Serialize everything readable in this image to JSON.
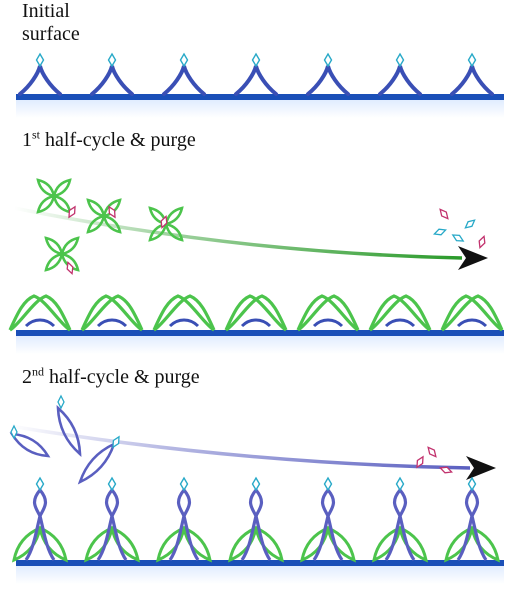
{
  "labels": {
    "initial_line1": "Initial",
    "initial_line2": "surface",
    "first_num": "1",
    "first_sup": "st",
    "first_rest": " half-cycle & purge",
    "second_num": "2",
    "second_sup": "nd",
    "second_rest": " half-cycle & purge"
  },
  "colors": {
    "substrate": "#1a4fb8",
    "surface_group": "#3a4fb5",
    "hydroxyl": "#28a9c8",
    "precursor_1": "#4cc44c",
    "ligand_1": "#c2336e",
    "precursor_2": "#5a5fc0",
    "flow_arrow_1": "#2a9a2a",
    "flow_arrow_2": "#5a5fc0"
  },
  "panels": [
    {
      "name": "initial-surface",
      "sites": 7
    },
    {
      "name": "first-half-cycle",
      "sites": 7
    },
    {
      "name": "second-half-cycle",
      "sites": 7
    }
  ]
}
